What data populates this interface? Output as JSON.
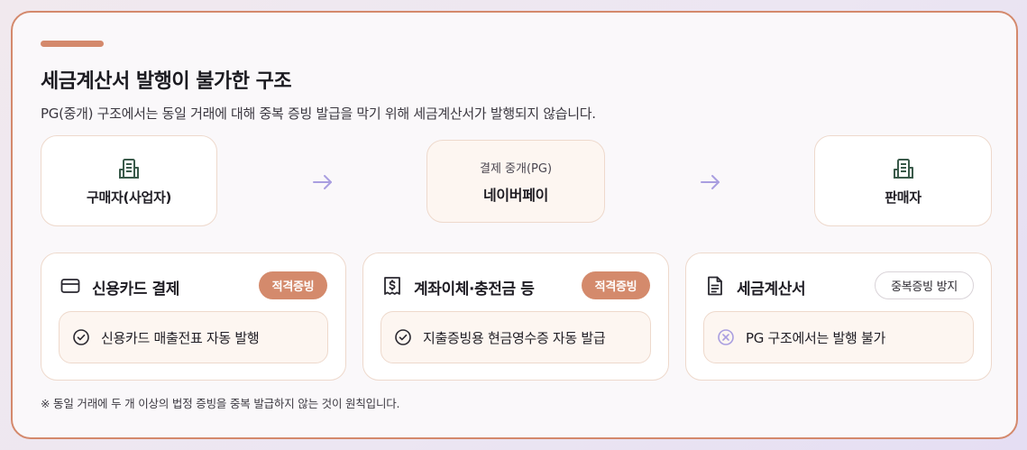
{
  "title": "세금계산서 발행이 불가한 구조",
  "subtitle": "PG(중개) 구조에서는 동일 거래에 대해 중복 증빙 발급을 막기 위해 세금계산서가 발행되지 않습니다.",
  "flow": {
    "buyer": {
      "label": "구매자(사업자)",
      "icon": "building-icon"
    },
    "pg": {
      "sublabel": "결제 중개(PG)",
      "label": "네이버페이"
    },
    "seller": {
      "label": "판매자",
      "icon": "building-icon"
    }
  },
  "boxes": [
    {
      "icon": "credit-card-icon",
      "title": "신용카드 결제",
      "badge": "적격증빙",
      "item_icon": "check-circle-icon",
      "item": "신용카드 매출전표 자동 발행"
    },
    {
      "icon": "receipt-icon",
      "title": "계좌이체·충전금 등",
      "badge": "적격증빙",
      "item_icon": "check-circle-icon",
      "item": "지출증빙용 현금영수증 자동 발급"
    },
    {
      "icon": "document-icon",
      "title": "세금계산서",
      "badge": "중복증빙 방지",
      "item_icon": "x-circle-icon",
      "item": "PG 구조에서는 발행 불가"
    }
  ],
  "footnote": "※ 동일 거래에 두 개 이상의 법정 증빙을 중복 발급하지 않는 것이 원칙입니다.",
  "colors": {
    "accent": "#d4896c",
    "arrow": "#a99ee0",
    "inner_bg": "#fdf6f1",
    "border": "#eed9cc"
  }
}
